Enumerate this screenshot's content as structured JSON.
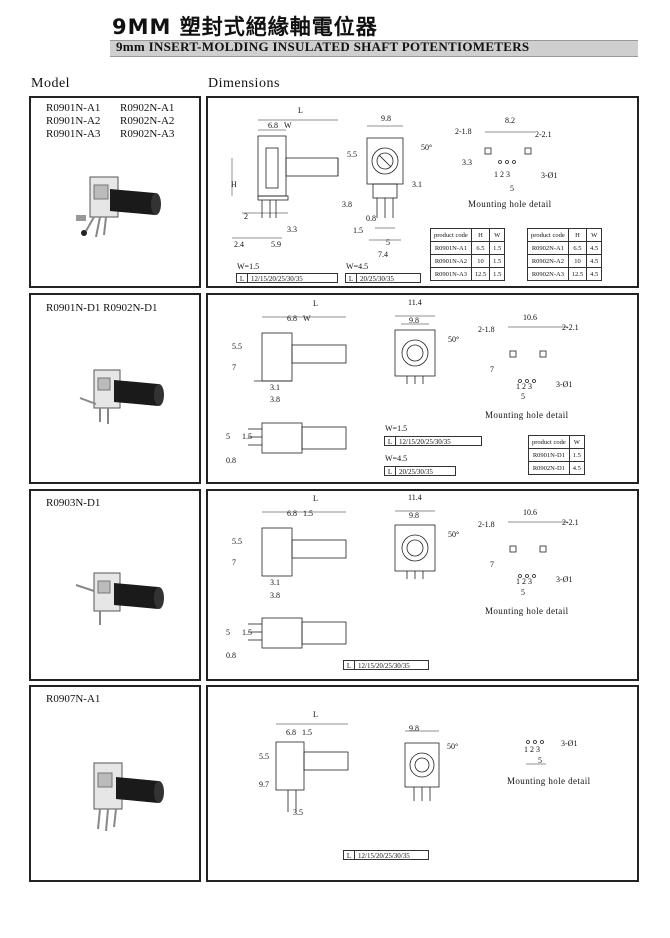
{
  "header": {
    "title_cn": "9MM 塑封式絕緣軸電位器",
    "title_en": "9mm INSERT-MOLDING INSULATED SHAFT  POTENTIOMETERS"
  },
  "columns": {
    "model": "Model",
    "dimensions": "Dimensions"
  },
  "sections": [
    {
      "models_col1": [
        "R0901N-A1",
        "R0901N-A2",
        "R0901N-A3"
      ],
      "models_col2": [
        "R0902N-A1",
        "R0902N-A2",
        "R0902N-A3"
      ],
      "dims": [
        "L",
        "6.8",
        "W",
        "H",
        "2",
        "3.3",
        "2.4",
        "5.9",
        "9.8",
        "5.5",
        "3.8",
        "0.8",
        "1.5",
        "5",
        "7.4",
        "3.1",
        "50°",
        "2-1.8",
        "8.2",
        "2-2.1",
        "3.3",
        "3-Ø1",
        "5",
        "1 2 3"
      ],
      "mounting_label": "Mounting hole detail",
      "w_labels": [
        "W=1.5",
        "W=4.5"
      ],
      "l_values": [
        "12/15/20/25/30/35",
        "20/25/30/35"
      ],
      "table_left": {
        "headers": [
          "product code",
          "H",
          "W"
        ],
        "rows": [
          [
            "R0901N-A1",
            "6.5",
            "1.5"
          ],
          [
            "R0901N-A2",
            "10",
            "1.5"
          ],
          [
            "R0901N-A3",
            "12.5",
            "1.5"
          ]
        ]
      },
      "table_right": {
        "headers": [
          "product code",
          "H",
          "W"
        ],
        "rows": [
          [
            "R0902N-A1",
            "6.5",
            "4.5"
          ],
          [
            "R0902N-A2",
            "10",
            "4.5"
          ],
          [
            "R0902N-A3",
            "12.5",
            "4.5"
          ]
        ]
      }
    },
    {
      "models": "R0901N-D1   R0902N-D1",
      "dims": [
        "L",
        "6.8",
        "W",
        "5.5",
        "7",
        "3.1",
        "3.8",
        "11.4",
        "9.8",
        "50°",
        "2-1.8",
        "10.6",
        "2-2.1",
        "7",
        "3-Ø1",
        "5",
        "1 2 3",
        "5",
        "1.5",
        "0.8"
      ],
      "mounting_label": "Mounting hole detail",
      "w_labels": [
        "W=1.5",
        "W=4.5"
      ],
      "l_values": [
        "12/15/20/25/30/35",
        "20/25/30/35"
      ],
      "table": {
        "headers": [
          "product code",
          "W"
        ],
        "rows": [
          [
            "R0901N-D1",
            "1.5"
          ],
          [
            "R0902N-D1",
            "4.5"
          ]
        ]
      }
    },
    {
      "models": "R0903N-D1",
      "dims": [
        "L",
        "6.8",
        "1.5",
        "5.5",
        "7",
        "3.1",
        "3.8",
        "11.4",
        "9.8",
        "50°",
        "2-1.8",
        "10.6",
        "2-2.1",
        "7",
        "3-Ø1",
        "5",
        "1 2 3",
        "5",
        "1.5",
        "0.8"
      ],
      "mounting_label": "Mounting hole detail",
      "l_value": "12/15/20/25/30/35"
    },
    {
      "models": "R0907N-A1",
      "dims": [
        "L",
        "6.8",
        "1.5",
        "5.5",
        "9.7",
        "3.5",
        "9.8",
        "50°",
        "3-Ø1",
        "5",
        "1 2 3"
      ],
      "mounting_label": "Mounting hole detail",
      "l_value": "12/15/20/25/30/35"
    }
  ]
}
